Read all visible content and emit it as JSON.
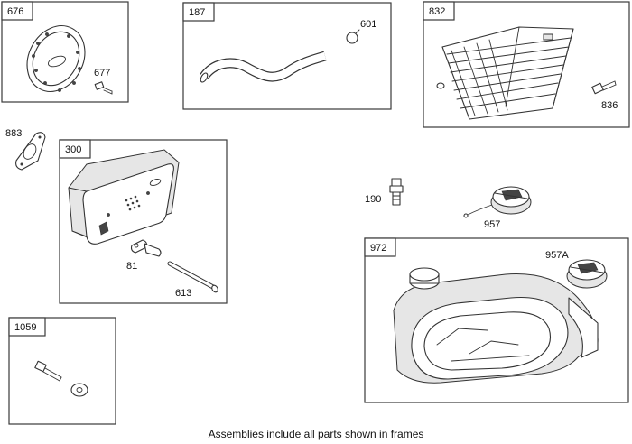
{
  "frames": {
    "f676": "676",
    "f187": "187",
    "f832": "832",
    "f300": "300",
    "f972": "972",
    "f1059": "1059"
  },
  "callouts": {
    "c677": "677",
    "c601": "601",
    "c836": "836",
    "c883": "883",
    "c81": "81",
    "c613": "613",
    "c190": "190",
    "c957": "957",
    "c957A": "957A"
  },
  "footer": "Assemblies include all parts shown in frames"
}
